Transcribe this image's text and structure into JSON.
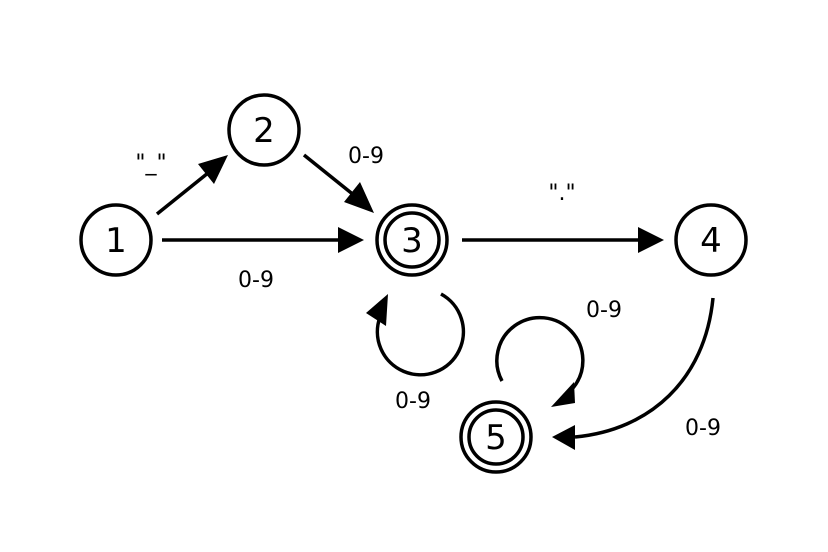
{
  "diagram": {
    "type": "finite-state-automaton",
    "colors": {
      "stroke": "#000000",
      "background": "#ffffff"
    },
    "nodes": [
      {
        "id": "1",
        "label": "1",
        "accepting": false
      },
      {
        "id": "2",
        "label": "2",
        "accepting": false
      },
      {
        "id": "3",
        "label": "3",
        "accepting": true
      },
      {
        "id": "4",
        "label": "4",
        "accepting": false
      },
      {
        "id": "5",
        "label": "5",
        "accepting": true
      }
    ],
    "edges": [
      {
        "from": "1",
        "to": "2",
        "label": "\"_\""
      },
      {
        "from": "1",
        "to": "3",
        "label": "0-9"
      },
      {
        "from": "2",
        "to": "3",
        "label": "0-9"
      },
      {
        "from": "3",
        "to": "3",
        "label": "0-9"
      },
      {
        "from": "3",
        "to": "4",
        "label": "\".\""
      },
      {
        "from": "4",
        "to": "5",
        "label": "0-9"
      },
      {
        "from": "5",
        "to": "5",
        "label": "0-9"
      }
    ]
  }
}
